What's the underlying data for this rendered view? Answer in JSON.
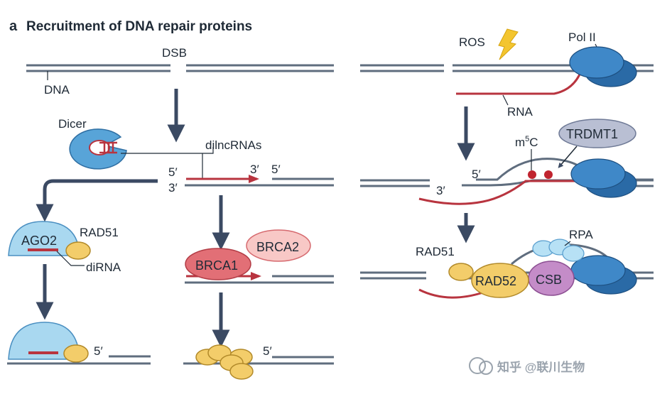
{
  "panel": {
    "letter": "a",
    "title": "Recruitment of DNA repair proteins"
  },
  "left": {
    "dsb": "DSB",
    "dna": "DNA",
    "dicer": "Dicer",
    "dilncrnas": "dilncRNAs",
    "five_prime": "5′",
    "three_prime": "3′",
    "ago2": "AGO2",
    "rad51": "RAD51",
    "dirna": "diRNA",
    "brca1": "BRCA1",
    "brca2": "BRCA2"
  },
  "right": {
    "ros": "ROS",
    "pol2": "Pol II",
    "rna": "RNA",
    "m5c_base": "m",
    "m5c_sup": "5",
    "m5c_end": "C",
    "trdmt1": "TRDMT1",
    "five_prime": "5′",
    "three_prime": "3′",
    "rpa": "RPA",
    "rad51": "RAD51",
    "rad52": "RAD52",
    "csb": "CSB"
  },
  "watermark": {
    "text": "知乎 @联川生物"
  },
  "colors": {
    "dna_strand": "#5f6d7e",
    "arrow": "#3b4a63",
    "rna": "#b8343f",
    "pol2": "#2f77b5",
    "ago2": "#a9d8f0",
    "rad51": "#f3cd6a",
    "brca1": "#e26f76",
    "brca2": "#f8c8c6",
    "trdmt1": "#b9bfd3",
    "rpa": "#b7e1f5",
    "csb": "#c48cc8"
  }
}
